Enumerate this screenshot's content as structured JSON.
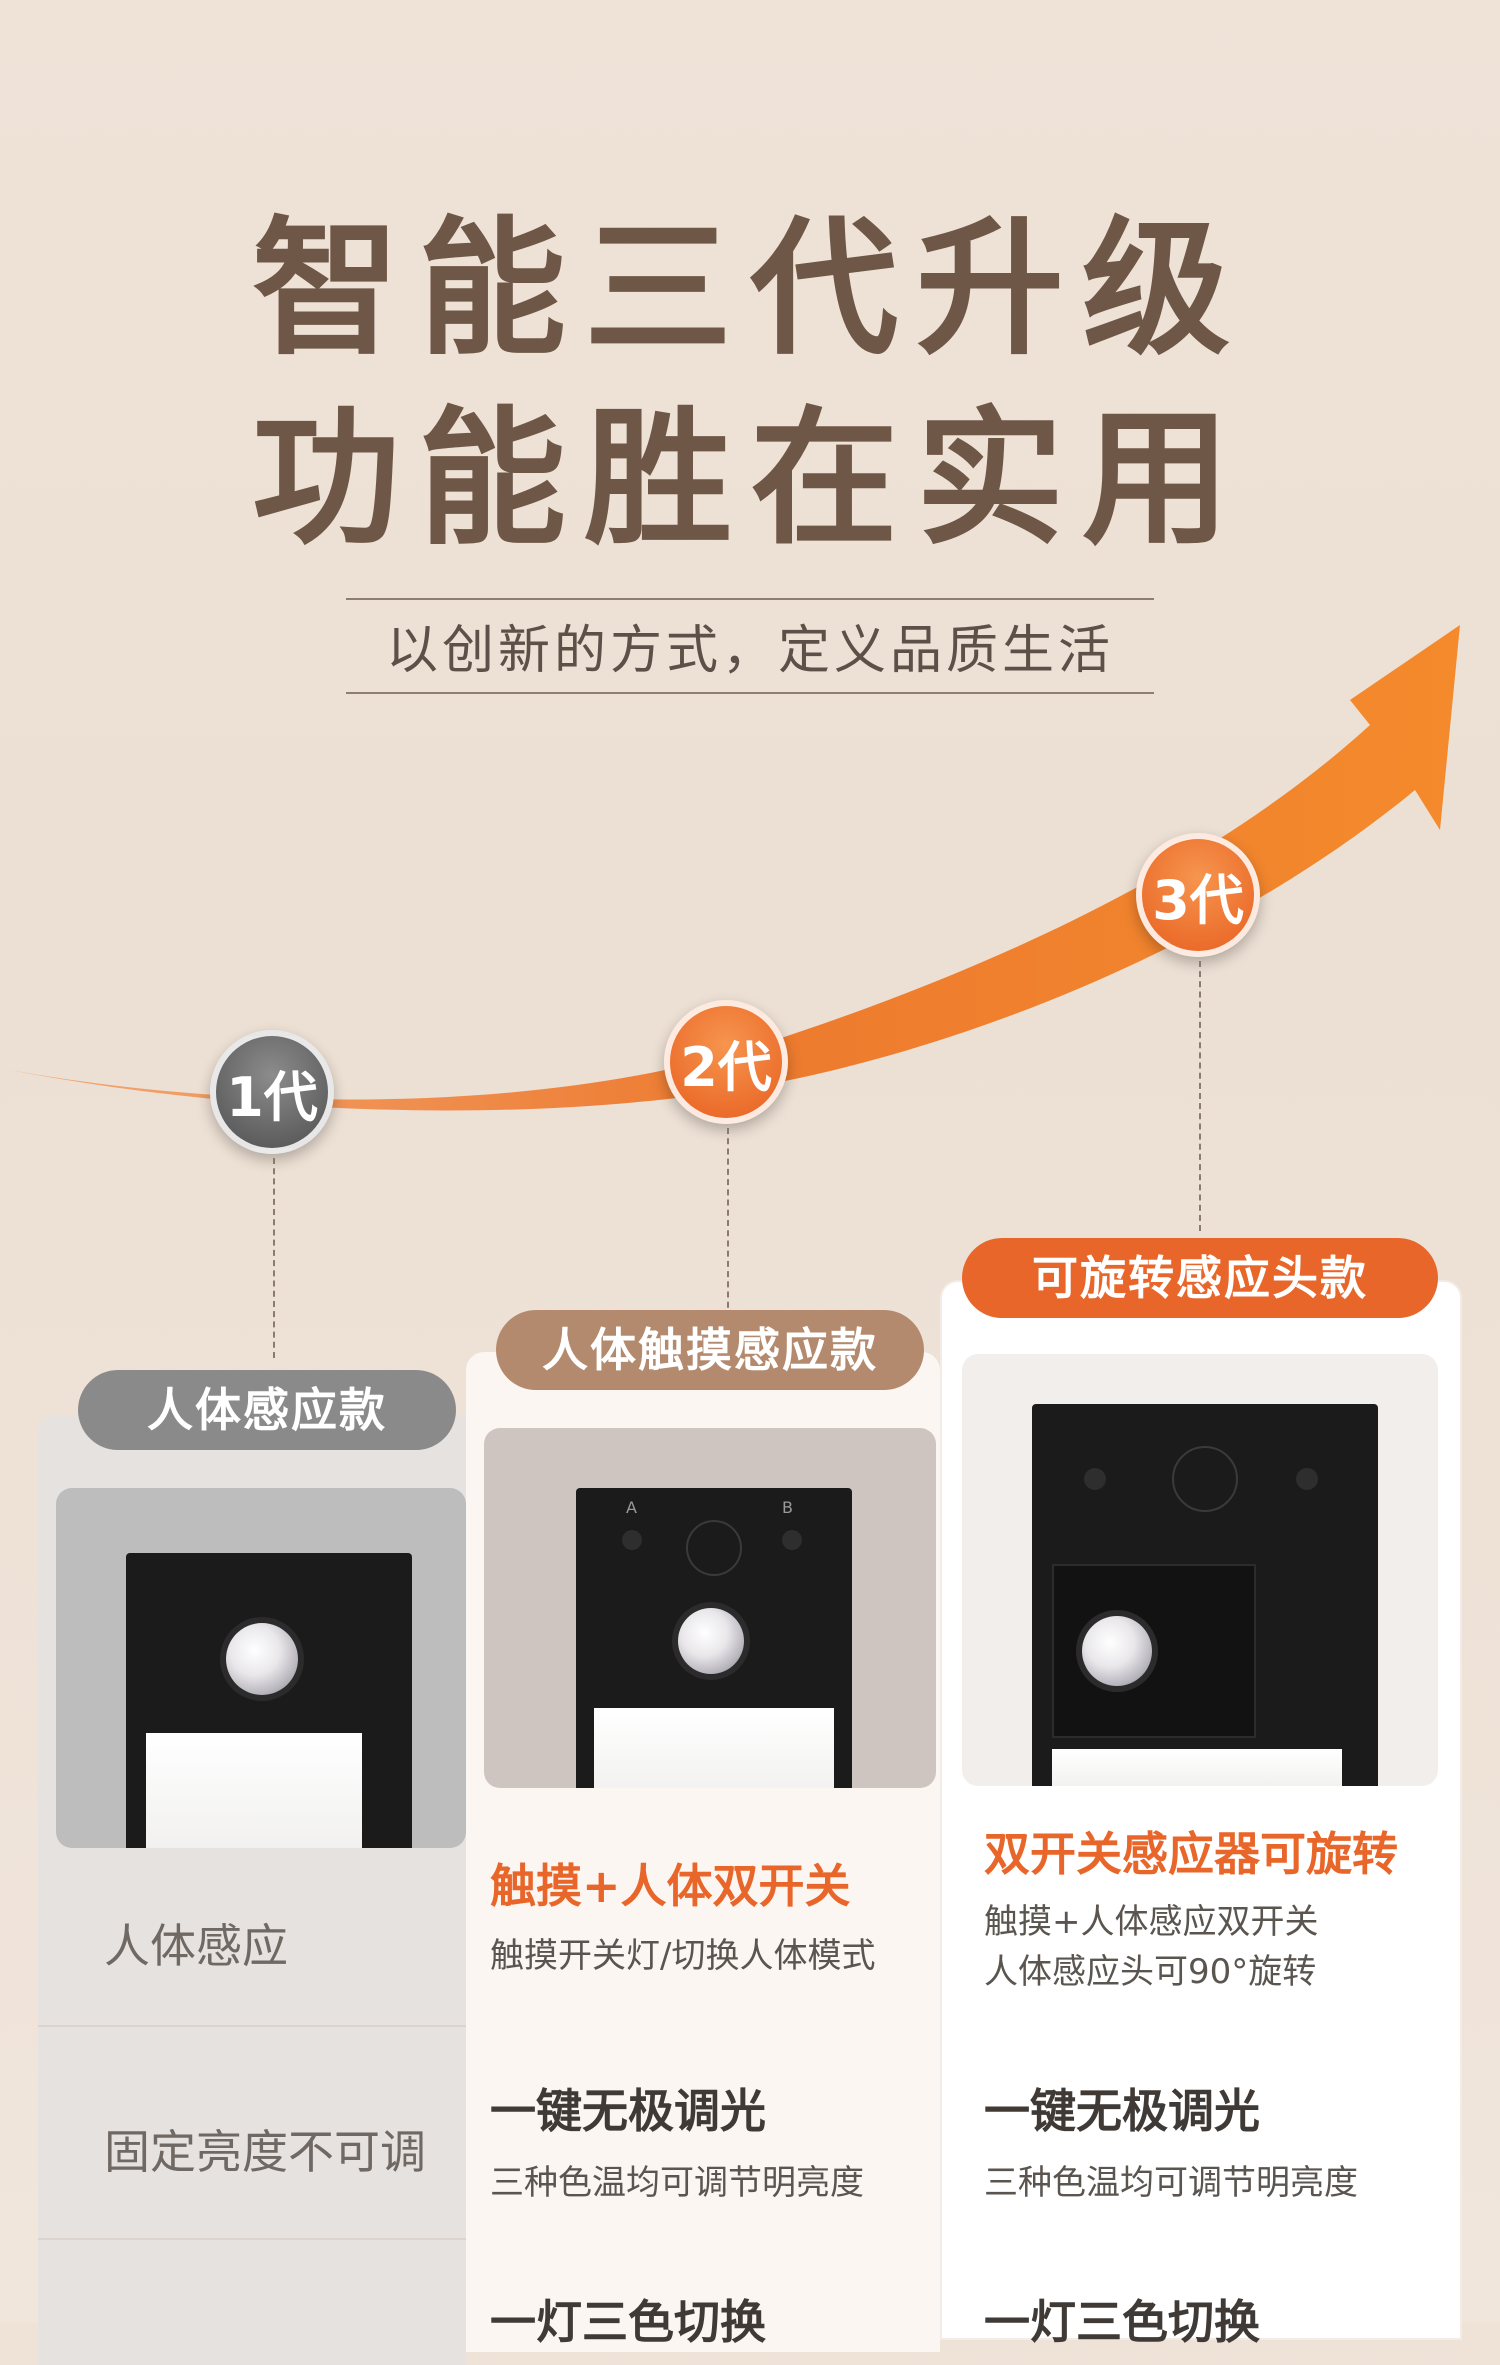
{
  "headline": {
    "line1": "智能三代升级",
    "line2": "功能胜在实用"
  },
  "subtitle": "以创新的方式，定义品质生活",
  "badges": {
    "gen1": "1代",
    "gen2": "2代",
    "gen3": "3代"
  },
  "colors": {
    "orange": "#e8662a",
    "brown_tag": "#b38a6e",
    "gray_tag": "#8a8a8a",
    "title": "#6f5747"
  },
  "columns": [
    {
      "tag": "人体感应款",
      "feature": {
        "title": "人体感应"
      },
      "row2": {
        "title": "固定亮度不可调"
      }
    },
    {
      "tag": "人体触摸感应款",
      "feature": {
        "title": "触摸+人体双开关",
        "desc": "触摸开关灯/切换人体模式"
      },
      "row2": {
        "title": "一键无极调光",
        "desc": "三种色温均可调节明亮度"
      },
      "row3": {
        "title": "一灯三色切换"
      },
      "device_labels": {
        "a": "A",
        "b": "B"
      }
    },
    {
      "tag": "可旋转感应头款",
      "feature": {
        "title": "双开关感应器可旋转",
        "desc1": "触摸+人体感应双开关",
        "desc2": "人体感应头可90°旋转"
      },
      "row2": {
        "title": "一键无极调光",
        "desc": "三种色温均可调节明亮度"
      },
      "row3": {
        "title": "一灯三色切换"
      }
    }
  ],
  "icons": [
    "power-icon",
    "arrow-up-right-icon"
  ]
}
